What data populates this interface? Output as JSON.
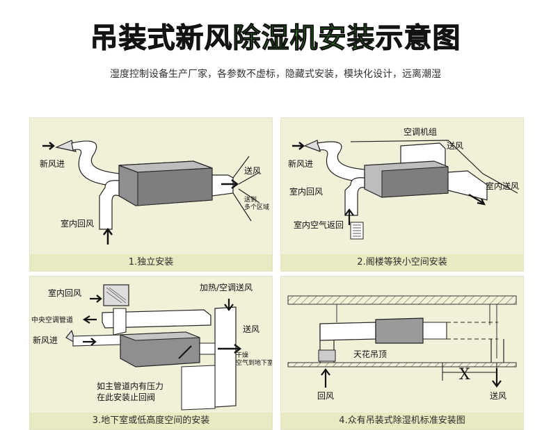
{
  "header": {
    "title_part1": "吊装式新风",
    "title_part2": "除湿机",
    "title_part3": "安装",
    "title_part4": "示意图",
    "subtitle": "湿度控制设备生产厂家，各参数不虚标，隐藏式安装，模块化设计，远离潮湿"
  },
  "panels": [
    {
      "caption": "1.独立安装",
      "labels": {
        "fresh_in": "新风进",
        "indoor_return": "室内回风",
        "supply": "送风",
        "to_areas_1": "送到",
        "to_areas_2": "多个区域"
      }
    },
    {
      "caption": "2.阁楼等狭小空间安装",
      "labels": {
        "ac_unit": "空调机组",
        "supply": "送风",
        "fresh_in": "新风进",
        "indoor_return": "室内回风",
        "indoor_supply": "室内送风",
        "indoor_air_return": "室内空气返回"
      }
    },
    {
      "caption": "3.地下室或低高度空间的安装",
      "labels": {
        "indoor_return": "室内回风",
        "central_duct": "中央空调管道",
        "fresh_in": "新风进",
        "heat_ac_supply": "加热/空调送风",
        "supply": "送风",
        "dry_1": "干燥",
        "dry_2": "空气到地下室",
        "valve_1": "如主管道内有压力",
        "valve_2": "在此安装止回阀"
      }
    },
    {
      "caption": "4.众有吊装式除湿机标准安装图",
      "labels": {
        "ceiling": "天花吊顶",
        "x_mark": "X",
        "return": "回风",
        "supply": "送风"
      }
    }
  ],
  "colors": {
    "title_green": "#2f8a1e",
    "panel_bg": "#f1f1d9",
    "caption_bg": "#e9eac1",
    "unit_gray": "#9a9a9a"
  }
}
